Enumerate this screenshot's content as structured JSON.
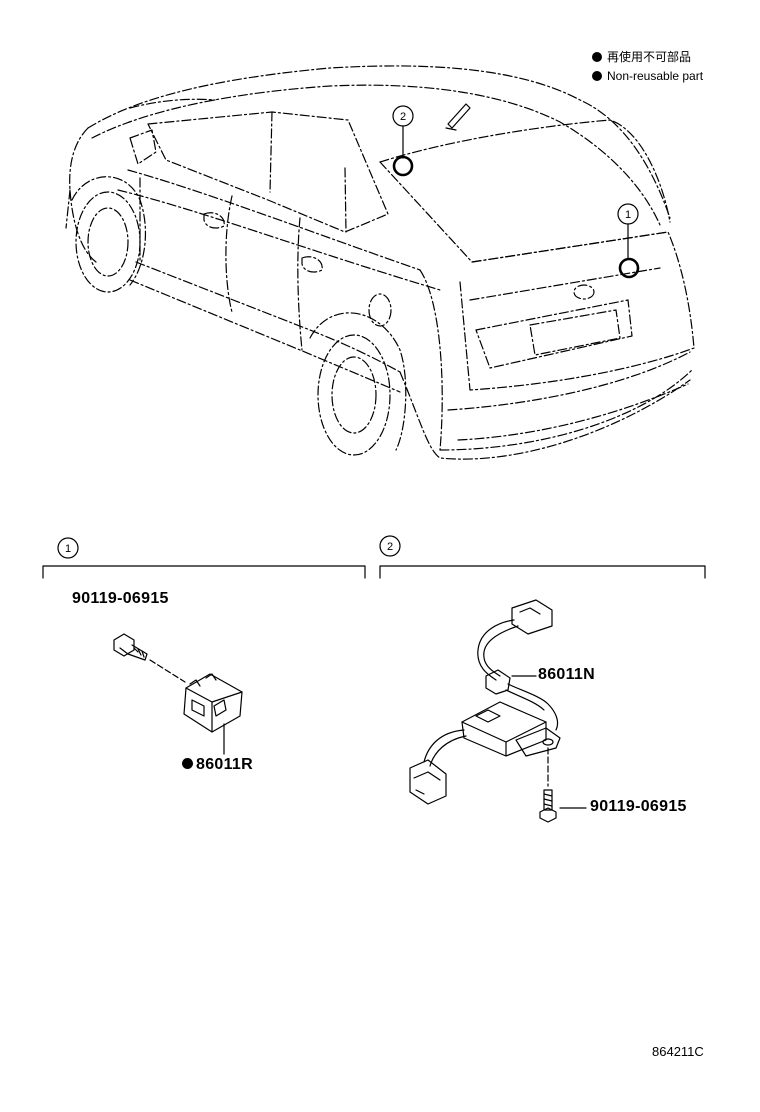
{
  "legend": {
    "jp": "再使用不可部品",
    "en": "Non-reusable part"
  },
  "callouts": {
    "c1": "1",
    "c2": "2"
  },
  "section1": {
    "badge": "1",
    "bolt_part": "90119-06915",
    "sensor_part": "86011R"
  },
  "section2": {
    "badge": "2",
    "module_part": "86011N",
    "bolt_part": "90119-06915"
  },
  "illustration_code": "864211C"
}
